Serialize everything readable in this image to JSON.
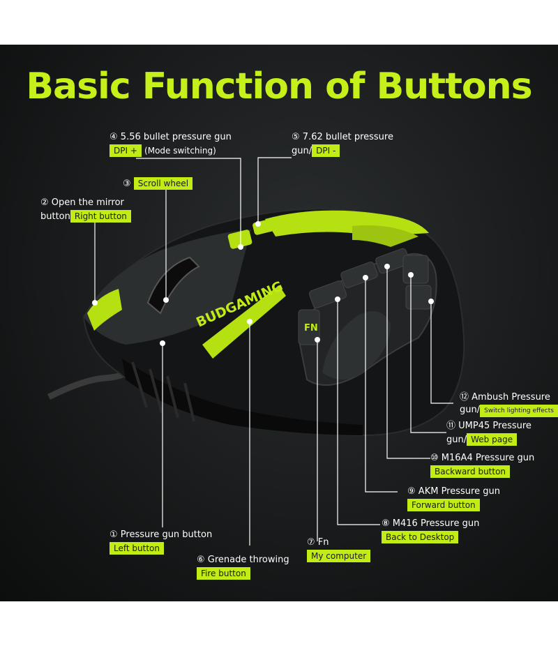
{
  "title": "Basic Function of Buttons",
  "brand": "BUDGAMING",
  "colors": {
    "accent": "#c2ec16",
    "background": "#16181a"
  },
  "callouts": {
    "c4": {
      "num": "④",
      "text": "5.56 bullet pressure gun",
      "tag": "DPI +",
      "note": "(Mode switching)"
    },
    "c5": {
      "num": "⑤",
      "text": "7.62 bullet pressure",
      "text2": "gun/",
      "tag": "DPI -"
    },
    "c3": {
      "num": "③",
      "tag": "Scroll wheel"
    },
    "c2": {
      "num": "②",
      "text": "Open the mirror",
      "text2": "button",
      "tag": "Right button"
    },
    "c12": {
      "num": "⑫",
      "text": "Ambush Pressure",
      "text2": "gun/",
      "tag": "Switch lighting effects"
    },
    "c11": {
      "num": "⑪",
      "text": "UMP45 Pressure",
      "text2": "gun/",
      "tag": "Web page"
    },
    "c10": {
      "num": "⑩",
      "text": "M16A4 Pressure gun",
      "tag": "Backward button"
    },
    "c9": {
      "num": "⑨",
      "text": "AKM Pressure gun",
      "tag": "Forward button"
    },
    "c8": {
      "num": "⑧",
      "text": "M416 Pressure gun",
      "tag": "Back to Desktop"
    },
    "c7": {
      "num": "⑦",
      "text": "Fn",
      "tag": "My computer"
    },
    "c6": {
      "num": "⑥",
      "text": "Grenade throwing",
      "tag": "Fire button"
    },
    "c1": {
      "num": "①",
      "text": "Pressure gun button",
      "tag": "Left button"
    }
  },
  "fn_key": "FN"
}
